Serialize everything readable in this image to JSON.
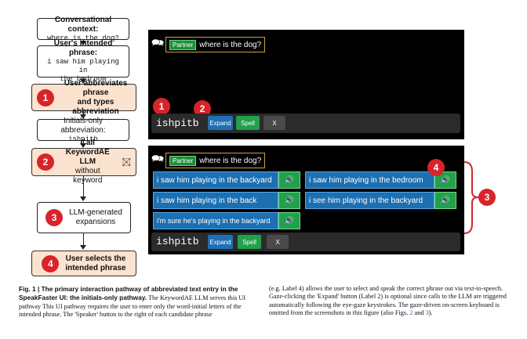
{
  "flow": {
    "box1": {
      "title": "Conversational context:",
      "mono": "where is the dog?"
    },
    "box2": {
      "title": "User's intended phrase:",
      "mono1": "i saw him playing in",
      "mono2": "the bedroom"
    },
    "step1": {
      "num": "1",
      "line1": "User abbreviates phrase",
      "line2": "and types abbreviation"
    },
    "box3": {
      "title": "Initials-only abbreviation:",
      "mono": "ishpitb"
    },
    "step2": {
      "num": "2",
      "line1": "Call KeywordAE LLM",
      "line2": "without keyword"
    },
    "step3": {
      "num": "3",
      "line1": "LLM-generated",
      "line2": "expansions"
    },
    "step4": {
      "num": "4",
      "line1": "User selects the",
      "line2": "intended phrase"
    }
  },
  "screen_top": {
    "partner_label": "Partner",
    "context": "where is the dog?",
    "typed": "ishpitb",
    "badge1": "1",
    "badge2": "2",
    "expand": "Expand",
    "spell": "Spell",
    "close": "X"
  },
  "screen_bottom": {
    "partner_label": "Partner",
    "context": "where is the dog?",
    "options": [
      "i saw him playing in the backyard",
      "i saw him playing in the bedroom",
      "i saw him playing in the back",
      "i see him playing in the backyard",
      "i'm sure he's playing in the backyard"
    ],
    "typed": "ishpitb",
    "badge3": "3",
    "badge4": "4",
    "expand": "Expand",
    "spell": "Spell",
    "close": "X"
  },
  "caption": {
    "left_bold": "Fig. 1 | The primary interaction pathway of abbreviated text entry in the SpeakFaster UI: the initials-only pathway.",
    "left_text": " The KeywordAE LLM serves this UI pathway This UI pathway requires the user to enter only the word-initial letters of the intended phrase. The 'Speaker' button to the right of each candidate phrase",
    "right_text_a": "(e.g. Label 4) allows the user to select and speak the correct phrase out via text-to-speech. Gaze-clicking the 'Expand' button (Label 2) is optional since calls to the LLM are triggered automatically following the eye-gaze keystrokes. The gaze-driven on-screen keyboard is omitted from the screenshots in this figure (also Figs. ",
    "fig2": "2",
    "and": " and ",
    "fig3": "3",
    "end": ")."
  }
}
